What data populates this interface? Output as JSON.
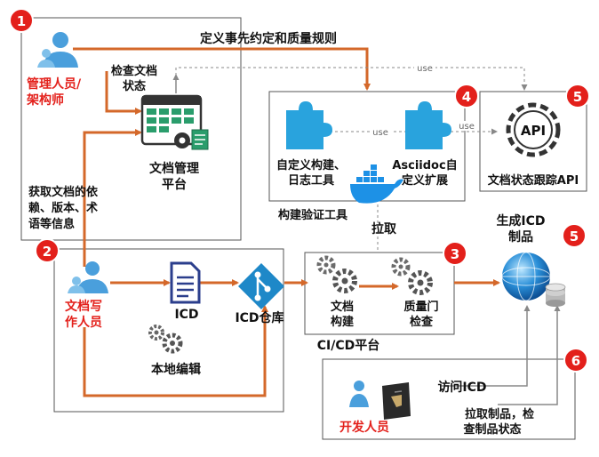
{
  "badges": [
    "1",
    "2",
    "3",
    "4",
    "5",
    "5",
    "6"
  ],
  "labels": {
    "define_rules": "定义事先约定和质量规则",
    "manager_line1": "管理人员/",
    "manager_line2": "架构师",
    "check_status_line1": "检查文档",
    "check_status_line2": "状态",
    "doc_platform_line1": "文档管理",
    "doc_platform_line2": "平台",
    "get_info_line1": "获取文档的依",
    "get_info_line2": "赖、版本、术",
    "get_info_line3": "语等信息",
    "custom_build_line1": "自定义构建、",
    "custom_build_line2": "日志工具",
    "asciidoc_line1": "Asciidoc自",
    "asciidoc_line2": "定义扩展",
    "build_tools": "构建验证工具",
    "status_api": "文档状态跟踪API",
    "api_icon_text": "API",
    "pull": "拉取",
    "generate_line1": "生成ICD",
    "generate_line2": "制品",
    "writer_line1": "文档写",
    "writer_line2": "作人员",
    "icd": "ICD",
    "icd_repo": "ICD仓库",
    "local_edit": "本地编辑",
    "doc_build_line1": "文档",
    "doc_build_line2": "构建",
    "quality_gate_line1": "质量门",
    "quality_gate_line2": "检查",
    "cicd": "CI/CD平台",
    "access_icd": "访问ICD",
    "pull_check_line1": "拉取制品，检",
    "pull_check_line2": "查制品状态",
    "developer": "开发人员",
    "use": "use"
  },
  "colors": {
    "orange": "#d4682a",
    "red": "#e3201b",
    "blue": "#1e88c8",
    "gray": "#7a7a7a",
    "border": "#555555"
  }
}
